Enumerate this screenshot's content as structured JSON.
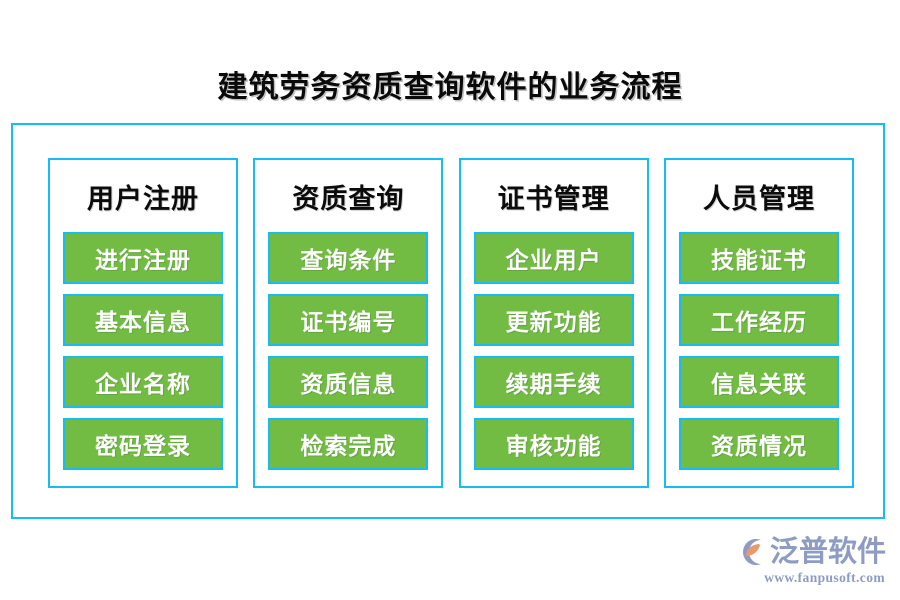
{
  "page": {
    "title": "建筑劳务资质查询软件的业务流程",
    "background_color": "#ffffff"
  },
  "theme": {
    "frame_border_color": "#16BDF0",
    "box_fill_color": "#72BC44",
    "box_text_color": "#ffffff",
    "title_text_color": "#0a0a0a",
    "brand_color": "#8E9CC4",
    "brand_mark_accent_color": "#E89A6A"
  },
  "diagram": {
    "columns": [
      {
        "title": "用户注册",
        "items": [
          {
            "label": "进行注册"
          },
          {
            "label": "基本信息"
          },
          {
            "label": "企业名称"
          },
          {
            "label": "密码登录"
          }
        ]
      },
      {
        "title": "资质查询",
        "items": [
          {
            "label": "查询条件"
          },
          {
            "label": "证书编号"
          },
          {
            "label": "资质信息"
          },
          {
            "label": "检索完成"
          }
        ]
      },
      {
        "title": "证书管理",
        "items": [
          {
            "label": "企业用户"
          },
          {
            "label": "更新功能"
          },
          {
            "label": "续期手续"
          },
          {
            "label": "审核功能"
          }
        ]
      },
      {
        "title": "人员管理",
        "items": [
          {
            "label": "技能证书"
          },
          {
            "label": "工作经历"
          },
          {
            "label": "信息关联"
          },
          {
            "label": "资质情况"
          }
        ]
      }
    ]
  },
  "brand": {
    "name": "泛普软件",
    "url": "www.fanpusoft.com",
    "mark_icon": "fanpu-circle-logo-icon"
  }
}
